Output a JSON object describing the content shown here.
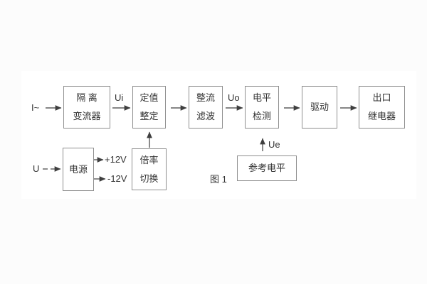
{
  "figure": {
    "caption": "图 1",
    "colors": {
      "page_background": "#fcfcfc",
      "canvas_background": "#ffffff",
      "box_border": "#8f8f8f",
      "line": "#3f3f3f",
      "text": "#333333"
    }
  },
  "blocks": {
    "isolation": {
      "line1": "隔 离",
      "line2": "变流器"
    },
    "setting": {
      "line1": "定值",
      "line2": "整定"
    },
    "rectify": {
      "line1": "整流",
      "line2": "滤波"
    },
    "level_detect": {
      "line1": "电平",
      "line2": "检测"
    },
    "drive": {
      "line1": "驱动"
    },
    "output_relay": {
      "line1": "出口",
      "line2": "继电器"
    },
    "power": {
      "line1": "电源"
    },
    "ratio_switch": {
      "line1": "倍率",
      "line2": "切换"
    },
    "reference_level": {
      "line1": "参考电平"
    }
  },
  "signals": {
    "input_current": "I~",
    "input_voltage": "U",
    "ui": "Ui",
    "uo": "Uo",
    "ue": "Ue",
    "plus_12v": "+12V",
    "minus_12v": "-12V"
  }
}
